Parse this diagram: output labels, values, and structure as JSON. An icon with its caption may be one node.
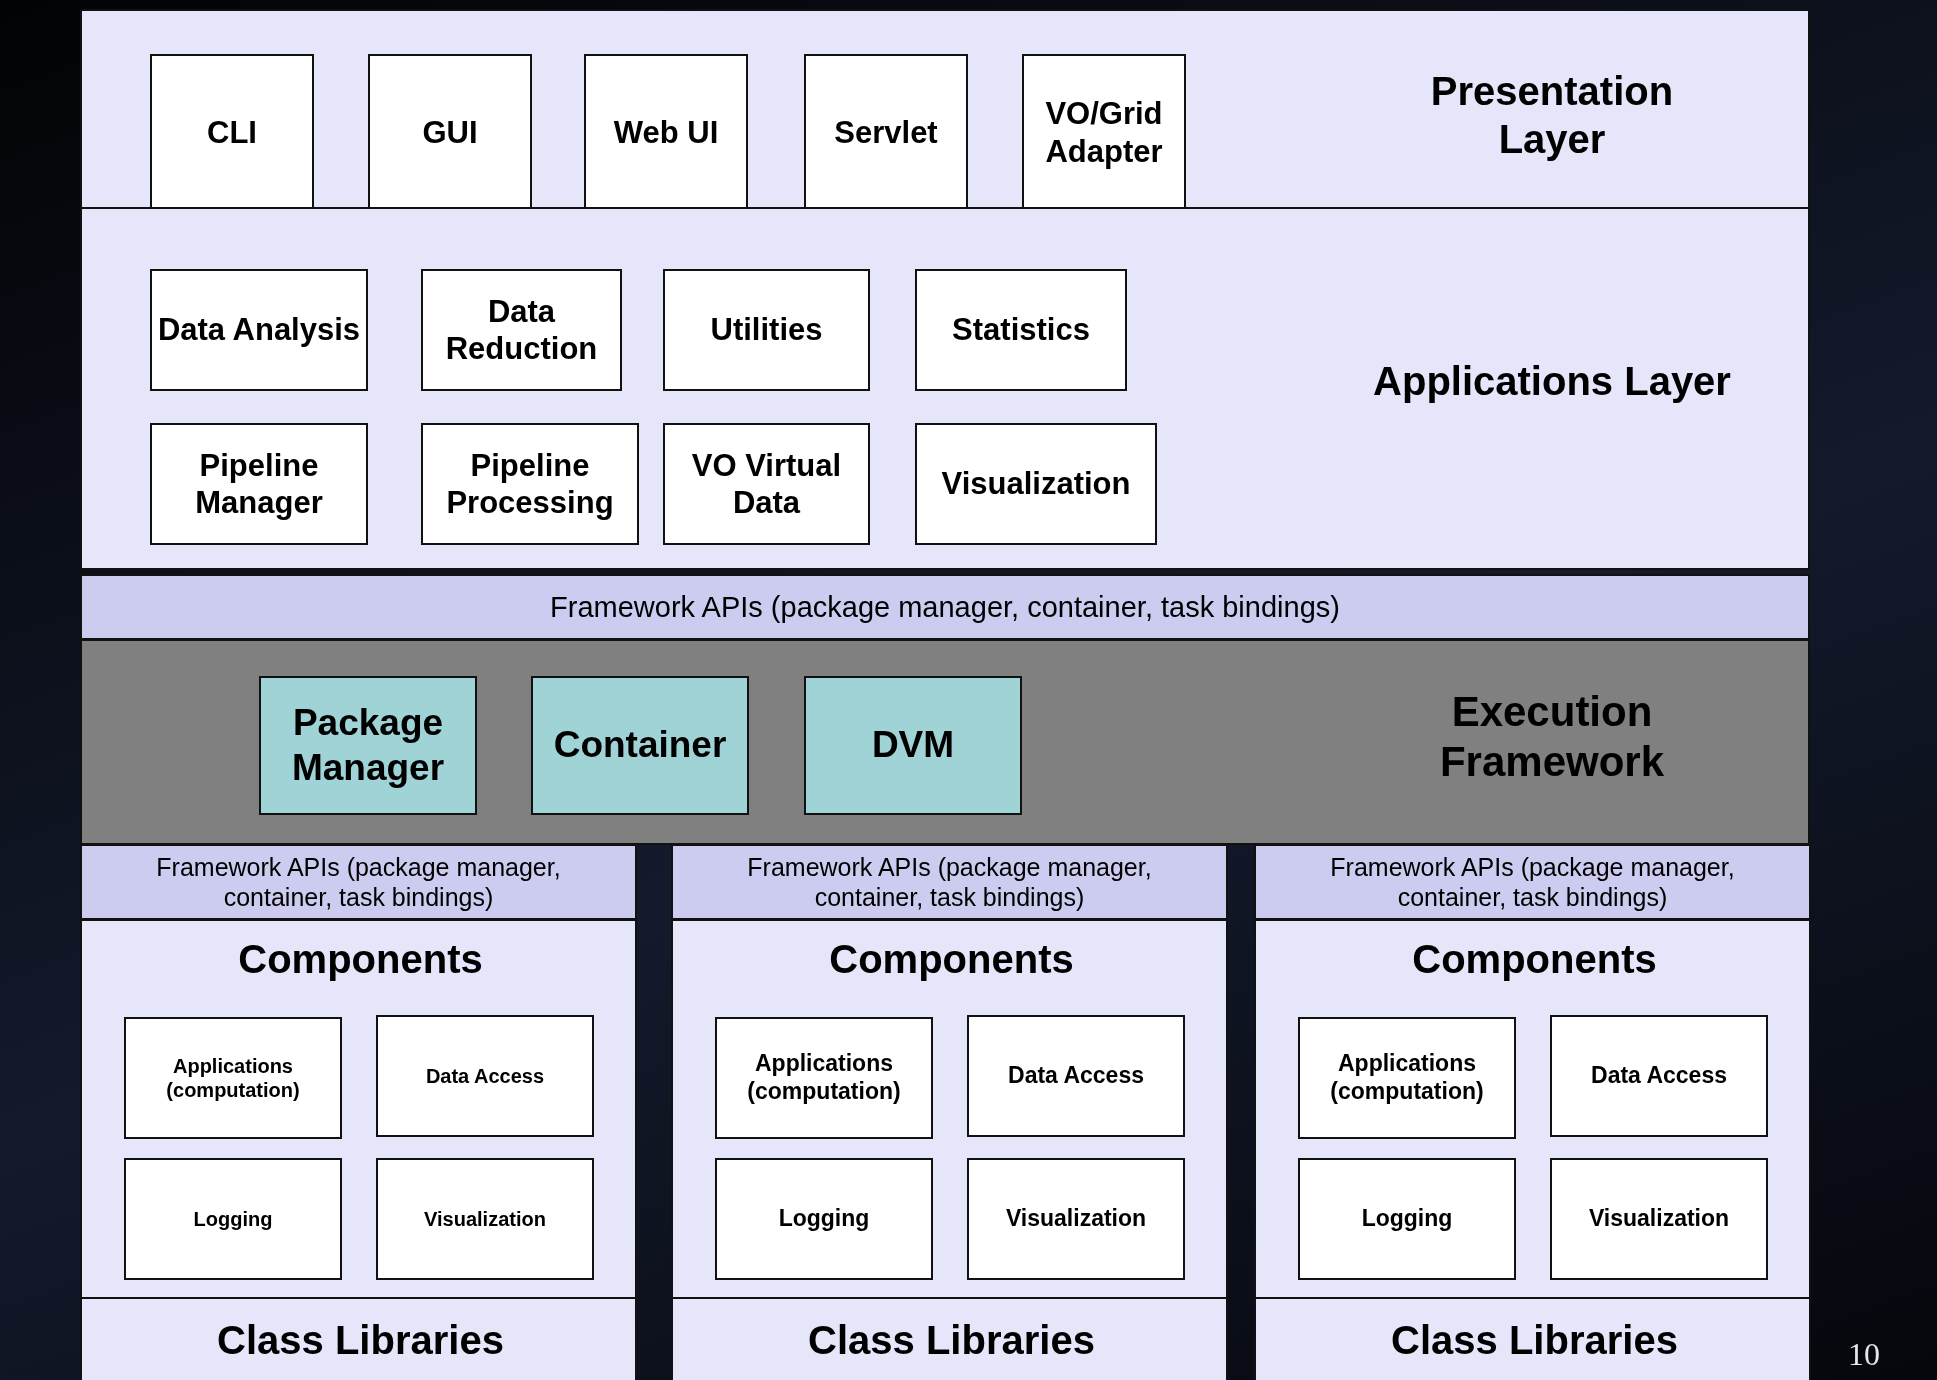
{
  "diagram": {
    "nodes": [
      {
        "text": [
          "Presentation Layer"
        ]
      },
      {
        "text": [
          "CLI"
        ],
        "in": 0
      },
      {
        "text": [
          "GUI"
        ],
        "in": 0
      },
      {
        "text": [
          "Web UI"
        ],
        "in": 0
      },
      {
        "text": [
          "Servlet"
        ],
        "in": 0
      },
      {
        "text": [
          "VO/Grid Adapter"
        ],
        "in": 0
      },
      {
        "text": [
          "Applications Layer"
        ]
      },
      {
        "text": [
          "Data Analysis"
        ],
        "in": 6
      },
      {
        "text": [
          "Data Reduction"
        ],
        "in": 6
      },
      {
        "text": [
          "Utilities"
        ],
        "in": 6
      },
      {
        "text": [
          "Statistics"
        ],
        "in": 6
      },
      {
        "text": [
          "Pipeline Manager"
        ],
        "in": 6
      },
      {
        "text": [
          "Pipeline Processing"
        ],
        "in": 6
      },
      {
        "text": [
          "VO Virtual Data"
        ],
        "in": 6
      },
      {
        "text": [
          "Visualization"
        ],
        "in": 6
      },
      {
        "text": [
          "Framework APIs (package manager, container, task bindings)"
        ]
      },
      {
        "text": [
          "Execution Framework"
        ]
      },
      {
        "text": [
          "Package Manager"
        ],
        "in": 16
      },
      {
        "text": [
          "Container"
        ],
        "in": 16
      },
      {
        "text": [
          "DVM"
        ],
        "in": 16
      },
      {
        "text": [
          "Framework APIs (package manager, container, task bindings)"
        ]
      },
      {
        "text": [
          "Components"
        ]
      },
      {
        "text": [
          "Applications (computation)"
        ],
        "in": 21
      },
      {
        "text": [
          "Data Access"
        ],
        "in": 21
      },
      {
        "text": [
          "Logging"
        ],
        "in": 21
      },
      {
        "text": [
          "Visualization"
        ],
        "in": 21
      },
      {
        "text": [
          "Class Libraries"
        ]
      },
      {
        "text": [
          "Framework APIs (package manager, container, task bindings)"
        ]
      },
      {
        "text": [
          "Components"
        ]
      },
      {
        "text": [
          "Applications (computation)"
        ],
        "in": 28
      },
      {
        "text": [
          "Data Access"
        ],
        "in": 28
      },
      {
        "text": [
          "Logging"
        ],
        "in": 28
      },
      {
        "text": [
          "Visualization"
        ],
        "in": 28
      },
      {
        "text": [
          "Class Libraries"
        ]
      },
      {
        "text": [
          "Framework APIs (package manager, container, task bindings)"
        ]
      },
      {
        "text": [
          "Components"
        ]
      },
      {
        "text": [
          "Applications (computation)"
        ],
        "in": 35
      },
      {
        "text": [
          "Data Access"
        ],
        "in": 35
      },
      {
        "text": [
          "Logging"
        ],
        "in": 35
      },
      {
        "text": [
          "Visualization"
        ],
        "in": 35
      },
      {
        "text": [
          "Class Libraries"
        ]
      }
    ],
    "labels": [
      "10"
    ]
  }
}
